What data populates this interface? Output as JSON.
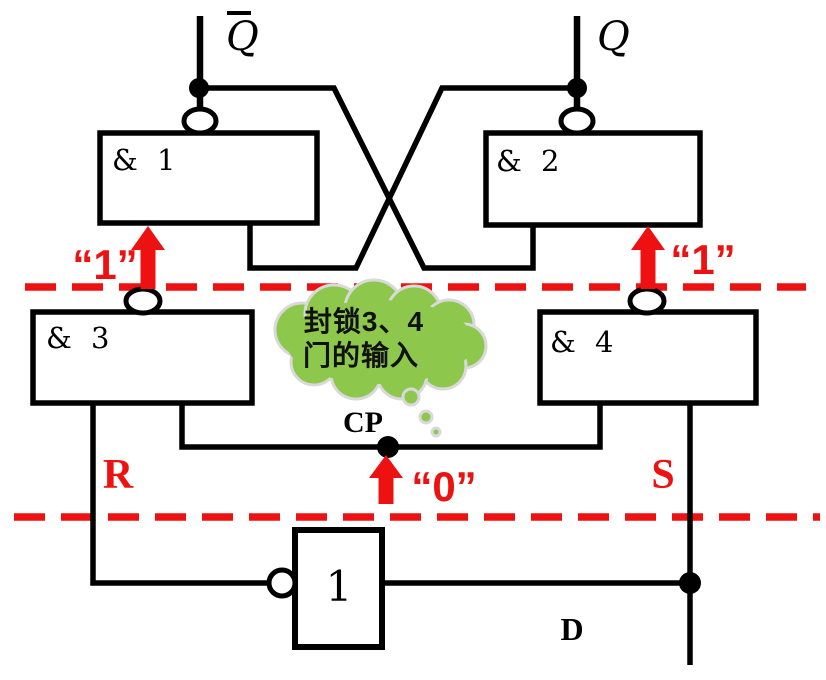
{
  "title": "gated-d-latch-nand-circuit",
  "colors": {
    "wire": "#000000",
    "highlight_red": "#ee1111",
    "cloud_green": "#8dc74b",
    "cloud_text": "#111111",
    "background": "#ffffff"
  },
  "outputs": {
    "q_bar": "Q",
    "q": "Q"
  },
  "gates": {
    "gate1": "& 1",
    "gate2": "& 2",
    "gate3": "& 3",
    "gate4": "& 4",
    "inverter": "1"
  },
  "signals": {
    "clock": "CP",
    "reset": "R",
    "set": "S",
    "data": "D"
  },
  "annotations": {
    "gate1_input_value": "“1”",
    "gate2_input_value": "“1”",
    "clock_value": "“0”",
    "cloud_line1": "封锁3、4",
    "cloud_line2": "门的输入"
  }
}
